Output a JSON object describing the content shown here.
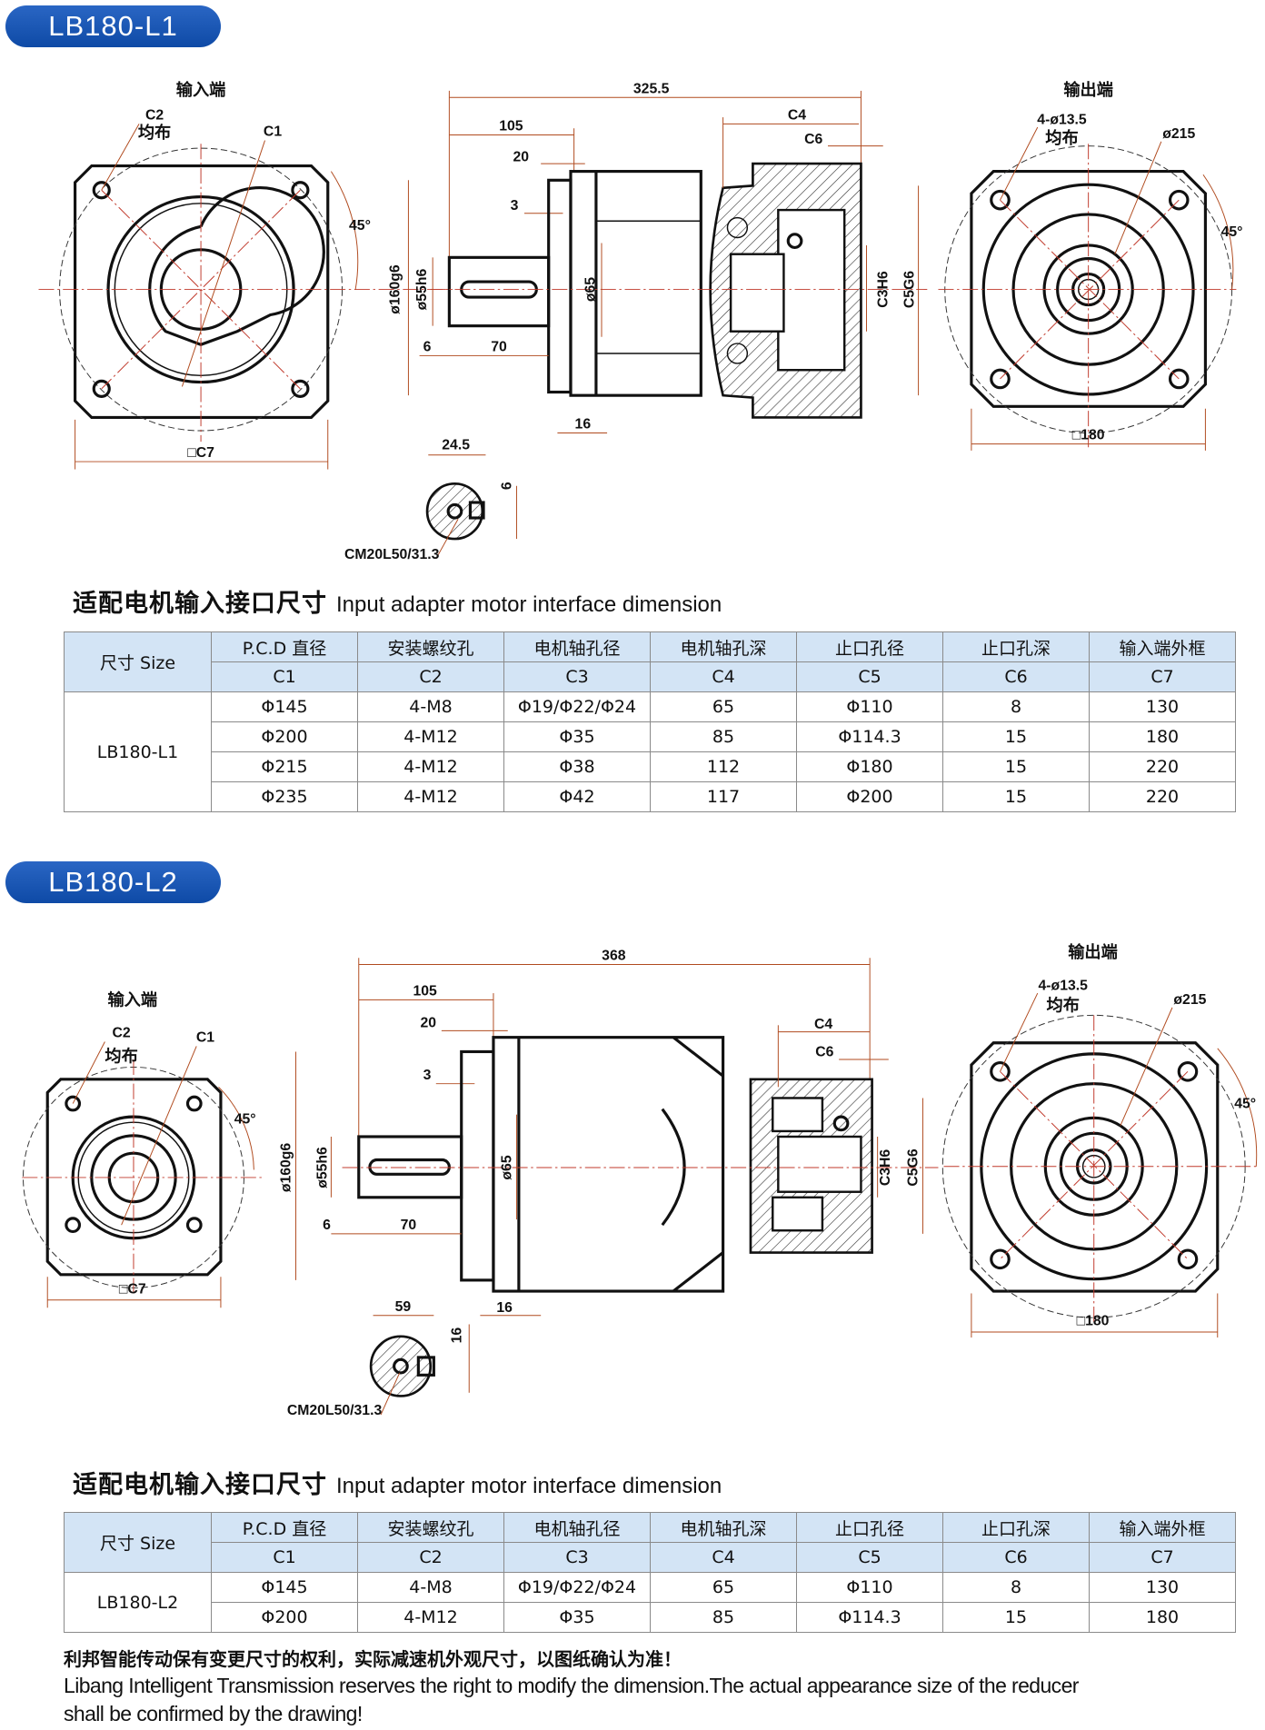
{
  "sections": [
    {
      "model": "LB180-L1",
      "drawing": {
        "input_end": "输入端",
        "output_end": "输出端",
        "c1": "C1",
        "c2": "C2",
        "evenly": "均布",
        "angle": "45°",
        "c7": "□C7",
        "total_length": "325.5",
        "d105": "105",
        "d20": "20",
        "d3": "3",
        "d6": "6",
        "d70": "70",
        "d16": "16",
        "d160": "ø160g6",
        "d55": "ø55h6",
        "d65": "ø65",
        "c3h6": "C3H6",
        "c5g6": "C5G6",
        "c4": "C4",
        "c6": "C6",
        "key_width": "24.5",
        "key_h": "6",
        "key_spec": "CM20L50/31.3",
        "holes": "4-ø13.5",
        "pcd": "ø215",
        "square": "□180"
      },
      "title_cn": "适配电机输入接口尺寸",
      "title_en": "Input adapter motor interface dimension",
      "table": {
        "size_label": "尺寸 Size",
        "headers_cn": [
          "P.C.D 直径",
          "安装螺纹孔",
          "电机轴孔径",
          "电机轴孔深",
          "止口孔径",
          "止口孔深",
          "输入端外框"
        ],
        "headers_code": [
          "C1",
          "C2",
          "C3",
          "C4",
          "C5",
          "C6",
          "C7"
        ],
        "rows": [
          [
            "Φ145",
            "4-M8",
            "Φ19/Φ22/Φ24",
            "65",
            "Φ110",
            "8",
            "130"
          ],
          [
            "Φ200",
            "4-M12",
            "Φ35",
            "85",
            "Φ114.3",
            "15",
            "180"
          ],
          [
            "Φ215",
            "4-M12",
            "Φ38",
            "112",
            "Φ180",
            "15",
            "220"
          ],
          [
            "Φ235",
            "4-M12",
            "Φ42",
            "117",
            "Φ200",
            "15",
            "220"
          ]
        ]
      }
    },
    {
      "model": "LB180-L2",
      "drawing": {
        "input_end": "输入端",
        "output_end": "输出端",
        "c1": "C1",
        "c2": "C2",
        "evenly": "均布",
        "angle": "45°",
        "c7": "□C7",
        "total_length": "368",
        "d105": "105",
        "d20": "20",
        "d3": "3",
        "d6": "6",
        "d70": "70",
        "d16": "16",
        "d160": "ø160g6",
        "d55": "ø55h6",
        "d65": "ø65",
        "c3h6": "C3H6",
        "c5g6": "C5G6",
        "c4": "C4",
        "c6": "C6",
        "key_width": "59",
        "key_h": "16",
        "key_spec": "CM20L50/31.3",
        "holes": "4-ø13.5",
        "pcd": "ø215",
        "square": "□180"
      },
      "title_cn": "适配电机输入接口尺寸",
      "title_en": "Input adapter motor interface dimension",
      "table": {
        "size_label": "尺寸 Size",
        "headers_cn": [
          "P.C.D 直径",
          "安装螺纹孔",
          "电机轴孔径",
          "电机轴孔深",
          "止口孔径",
          "止口孔深",
          "输入端外框"
        ],
        "headers_code": [
          "C1",
          "C2",
          "C3",
          "C4",
          "C5",
          "C6",
          "C7"
        ],
        "rows": [
          [
            "Φ145",
            "4-M8",
            "Φ19/Φ22/Φ24",
            "65",
            "Φ110",
            "8",
            "130"
          ],
          [
            "Φ200",
            "4-M12",
            "Φ35",
            "85",
            "Φ114.3",
            "15",
            "180"
          ]
        ]
      }
    }
  ],
  "footer": {
    "cn": "利邦智能传动保有变更尺寸的权利，实际减速机外观尺寸，以图纸确认为准！",
    "en_line1": "Libang Intelligent Transmission reserves the right to modify the dimension.The actual appearance size of the reducer",
    "en_line2": "shall be confirmed by the drawing!"
  },
  "colors": {
    "badge": "#1450b0",
    "header_bg": "#d3e4f5",
    "centerline": "#c0392b"
  }
}
